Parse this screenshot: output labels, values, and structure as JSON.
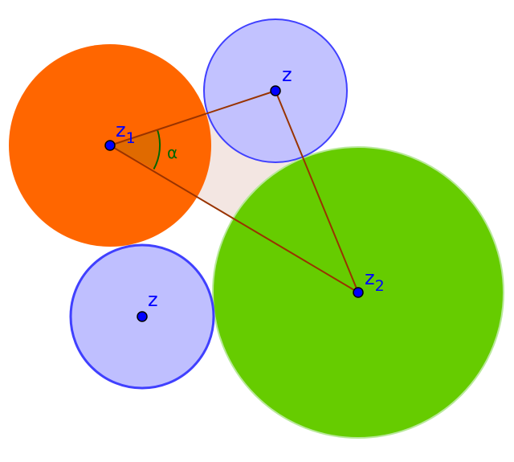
{
  "labels": {
    "z1_main": "z",
    "z1_sub": "1",
    "z2_main": "z",
    "z2_sub": "2",
    "z_top": "z",
    "z_bottom": "z",
    "angle": "α"
  },
  "colors": {
    "orange_circle": "#ff6600",
    "green_circle": "#66cc00",
    "blue_circle_fill": "#bfbfff",
    "blue_circle_stroke": "#4040ff",
    "triangle_fill": "#f3e6e2",
    "segment": "#993300",
    "angle": "#006600",
    "point": "#0000ff",
    "label": "#0000ff"
  }
}
